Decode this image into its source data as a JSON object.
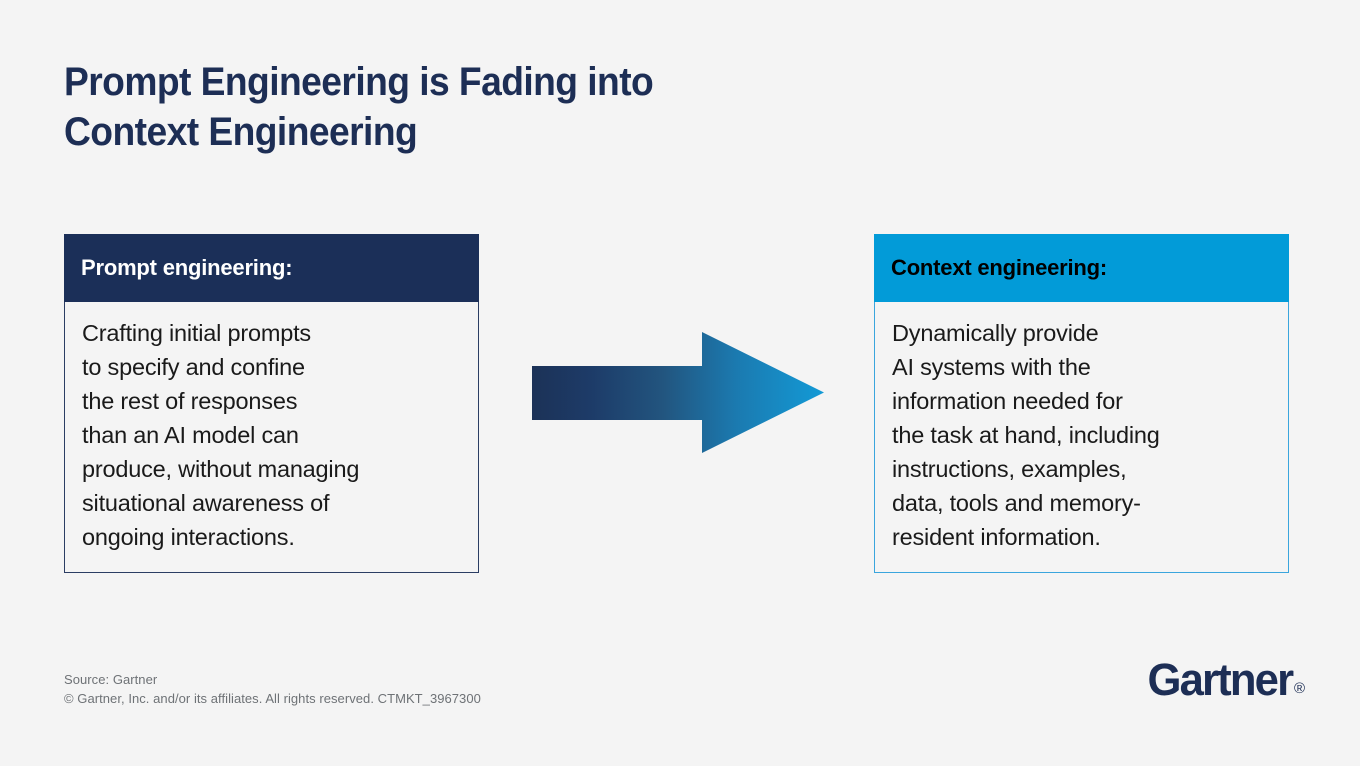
{
  "page": {
    "background_color": "#f4f4f4",
    "title": "Prompt Engineering is Fading into\nContext Engineering",
    "title_color": "#1d2e55"
  },
  "panels": {
    "left": {
      "header": "Prompt engineering:",
      "header_bg": "#1b2f58",
      "header_text_color": "#ffffff",
      "border_color": "#2b3d63",
      "body": "Crafting initial prompts\nto specify and confine\nthe rest of responses\nthan an AI model can\nproduce, without managing\nsituational awareness of\nongoing interactions."
    },
    "right": {
      "header": "Context engineering:",
      "header_bg": "#029bd8",
      "header_text_color": "#000000",
      "border_color": "#3aa5dd",
      "body": "Dynamically provide\nAI systems with the\ninformation needed for\nthe task at hand, including\ninstructions, examples,\ndata, tools and memory-\nresident information."
    }
  },
  "arrow": {
    "icon": "right-arrow-icon",
    "gradient_from": "#1c3257",
    "gradient_to": "#139ad6",
    "direction": "left-to-right"
  },
  "footer": {
    "source_line": "Source: Gartner\n© Gartner, Inc. and/or its affiliates. All rights reserved. CTMKT_3967300",
    "text_color": "#6e7276"
  },
  "logo": {
    "word": "Gartner",
    "trademark": "®",
    "color": "#1d2e55"
  }
}
